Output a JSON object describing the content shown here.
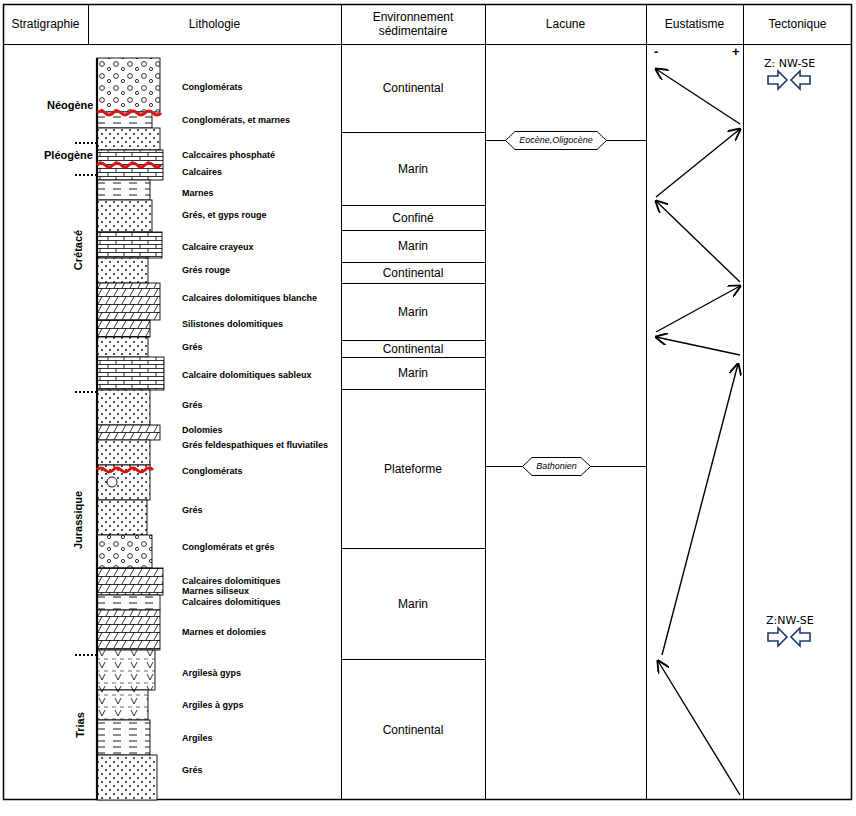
{
  "diagram": {
    "nodes": [
      {
        "text": [
          "Stratigraphie"
        ]
      },
      {
        "text": [
          "Lithologie"
        ]
      },
      {
        "text": [
          "Environnement sédimentaire"
        ]
      },
      {
        "text": [
          "Lacune"
        ]
      },
      {
        "text": [
          "Eustatisme"
        ]
      },
      {
        "text": [
          "Tectonique"
        ]
      },
      {
        "text": [
          "Continental"
        ]
      },
      {
        "text": [
          "Marin"
        ]
      },
      {
        "text": [
          "Confiné"
        ]
      },
      {
        "text": [
          "Marin"
        ]
      },
      {
        "text": [
          "Continental"
        ]
      },
      {
        "text": [
          "Marin"
        ]
      },
      {
        "text": [
          "Continental"
        ]
      },
      {
        "text": [
          "Marin"
        ]
      },
      {
        "text": [
          "Plateforme"
        ]
      },
      {
        "text": [
          "Marin"
        ]
      },
      {
        "text": [
          "Continental"
        ]
      },
      {
        "text": [
          "Eocène,Oligocène"
        ]
      },
      {
        "text": [
          "Bathonien"
        ]
      }
    ],
    "labels": [
      "Néogène",
      "Pléogène",
      "Crétacé",
      "Jurassique",
      "Trias",
      "Conglomérats",
      "Conglomérats, et marnes",
      "Calccaires phosphaté",
      "Calcaires",
      "Marnes",
      "Grés, et gyps rouge",
      "Calcaire crayeux",
      "Grés rouge",
      "Calcaires dolomitiques blanche",
      "Silistones dolomitiques",
      "Grés",
      "Calcaire dolomitiques sableux",
      "Grés",
      "Dolomies",
      "Grés feldespathiques et fluviatiles",
      "Conglomérats",
      "Grés",
      "Conglomérats et grés",
      "Calcaires dolomitiques",
      "Marnes siliseux",
      "Calcaires dolomitiques",
      "Marnes et dolomies",
      "Argilesà gyps",
      "Argiles à gyps",
      "Argiles",
      "Grés",
      "-",
      "+",
      "Z: NW-SE",
      "Z:NW-SE"
    ]
  }
}
